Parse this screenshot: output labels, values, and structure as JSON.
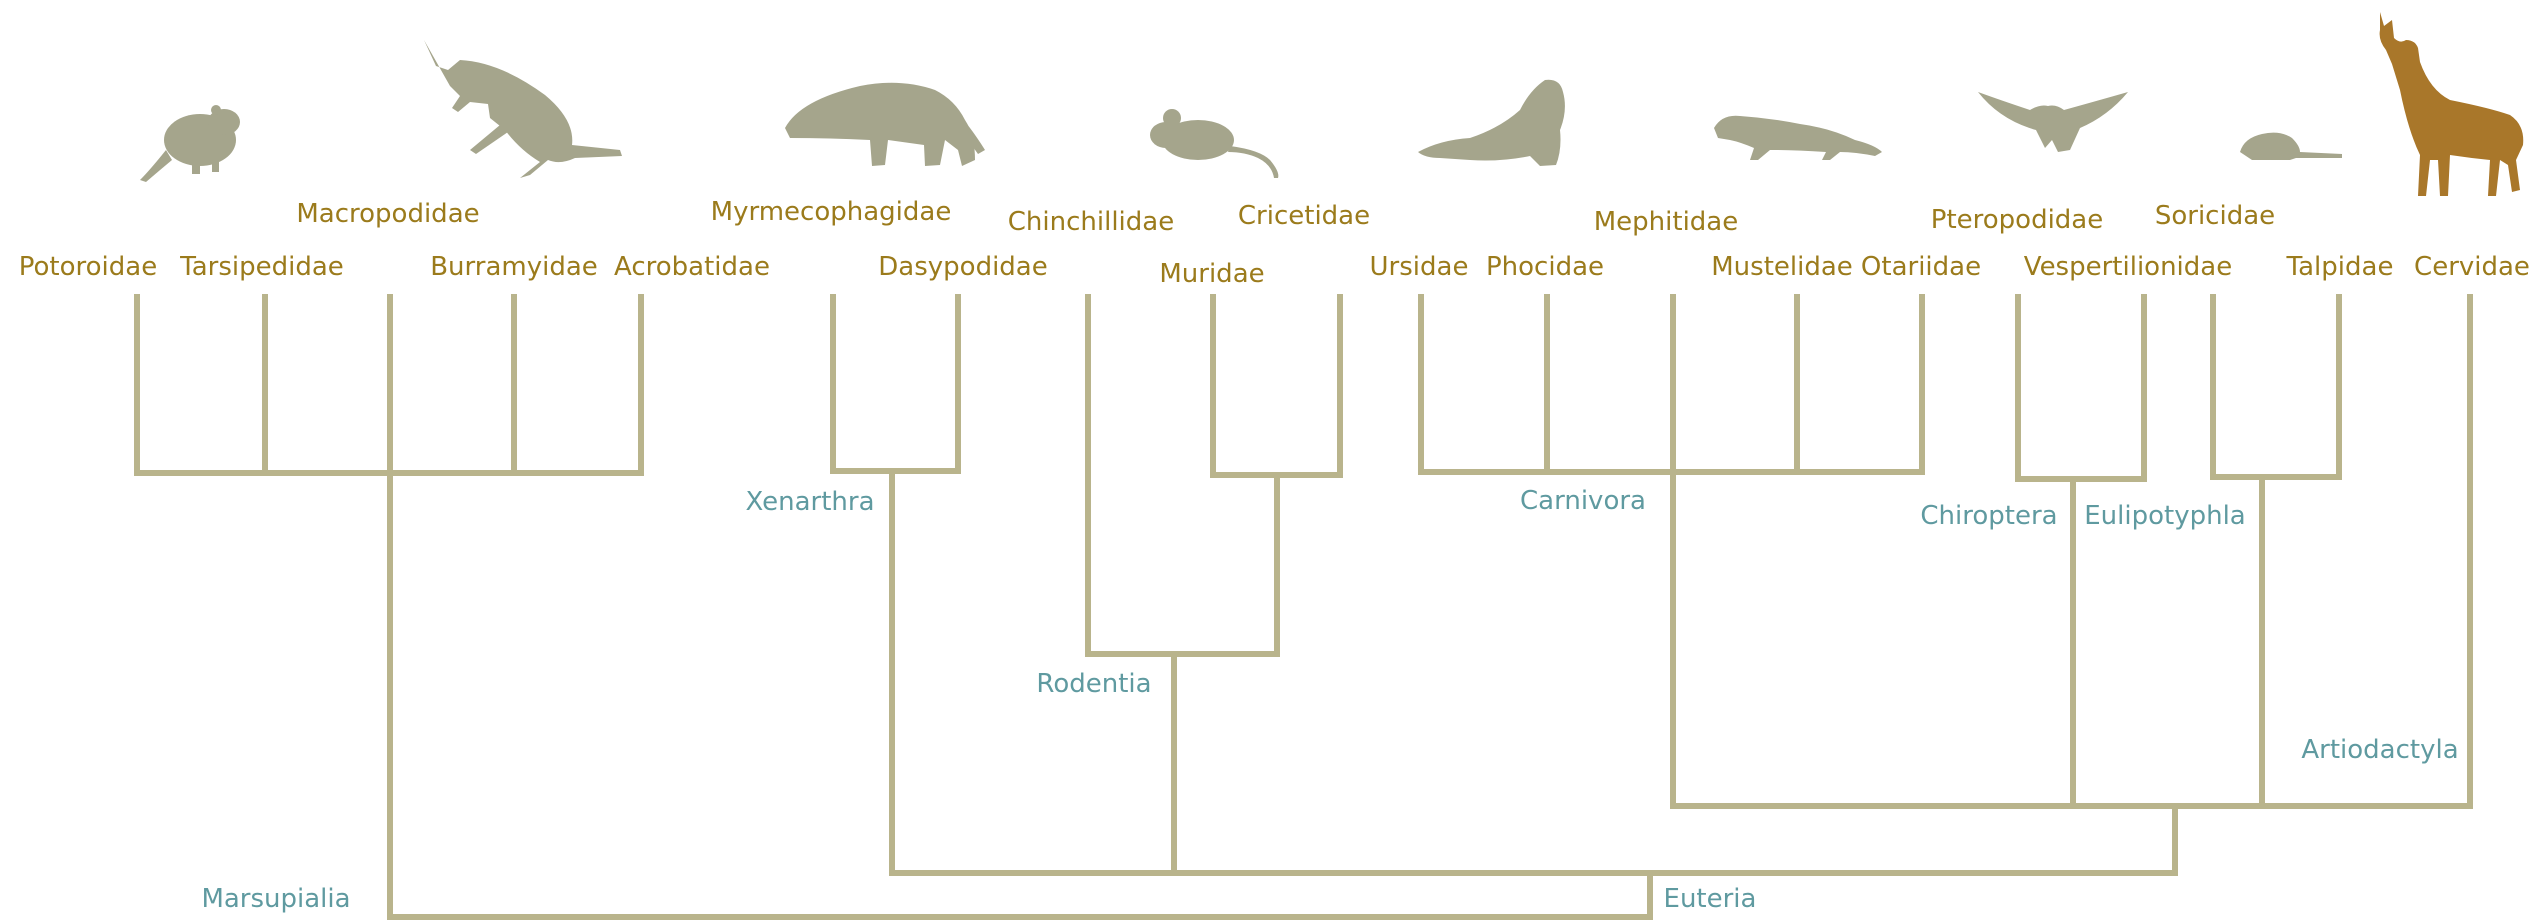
{
  "colors": {
    "branch": "#b9b48c",
    "family_text": "#9b7b1c",
    "clade_text": "#5f9aa0",
    "silhouette": "#a5a58c",
    "silhouette_highlight": "#a9772a"
  },
  "families": {
    "potoroidae": "Potoroidae",
    "tarsipedidae": "Tarsipedidae",
    "macropodidae": "Macropodidae",
    "burramyidae": "Burramyidae",
    "acrobatidae": "Acrobatidae",
    "myrmecophagidae": "Myrmecophagidae",
    "dasypodidae": "Dasypodidae",
    "chinchillidae": "Chinchillidae",
    "cricetidae": "Cricetidae",
    "muridae": "Muridae",
    "ursidae": "Ursidae",
    "phocidae": "Phocidae",
    "mephitidae": "Mephitidae",
    "mustelidae": "Mustelidae",
    "otariidae": "Otariidae",
    "pteropodidae": "Pteropodidae",
    "vespertilionidae": "Vespertilionidae",
    "soricidae": "Soricidae",
    "talpidae": "Talpidae",
    "cervidae": "Cervidae"
  },
  "clades": {
    "marsupialia": "Marsupialia",
    "xenarthra": "Xenarthra",
    "rodentia": "Rodentia",
    "carnivora": "Carnivora",
    "chiroptera": "Chiroptera",
    "eulipotyphla": "Eulipotyphla",
    "artiodactyla": "Artiodactyla",
    "euteria": "Euteria"
  },
  "silhouettes": [
    "bettong-icon",
    "kangaroo-icon",
    "anteater-icon",
    "mouse-icon",
    "seal-icon",
    "ferret-icon",
    "bat-icon",
    "shrew-icon",
    "deer-icon"
  ]
}
